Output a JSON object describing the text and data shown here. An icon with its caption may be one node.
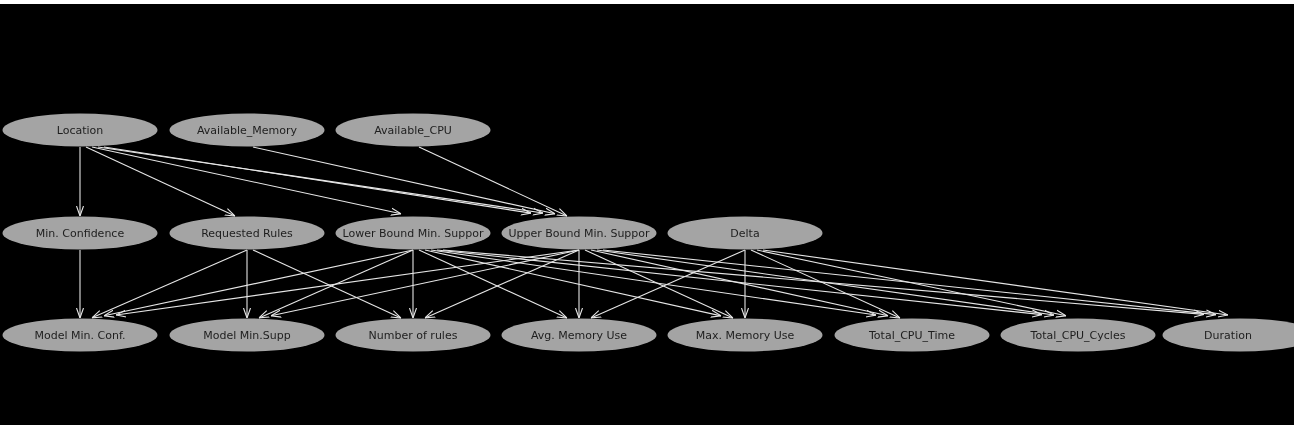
{
  "diagram": {
    "nodes": [
      {
        "text": [
          "Location"
        ]
      },
      {
        "text": [
          "Available_Memory"
        ]
      },
      {
        "text": [
          "Available_CPU"
        ]
      },
      {
        "text": [
          "Min. Confidence"
        ]
      },
      {
        "text": [
          "Requested Rules"
        ]
      },
      {
        "text": [
          "Lower Bound Min. Suppor"
        ]
      },
      {
        "text": [
          "Upper Bound Min. Suppor"
        ]
      },
      {
        "text": [
          "Delta"
        ]
      },
      {
        "text": [
          "Model Min. Conf."
        ]
      },
      {
        "text": [
          "Model Min.Supp"
        ]
      },
      {
        "text": [
          "Number of rules"
        ]
      },
      {
        "text": [
          "Avg. Memory Use"
        ]
      },
      {
        "text": [
          "Max. Memory Use"
        ]
      },
      {
        "text": [
          "Total_CPU_Time"
        ]
      },
      {
        "text": [
          "Total_CPU_Cycles"
        ]
      },
      {
        "text": [
          "Duration"
        ]
      }
    ],
    "edges": [
      {
        "from": 0,
        "to": 3,
        "arrow": "to"
      },
      {
        "from": 0,
        "to": 4,
        "arrow": "to"
      },
      {
        "from": 0,
        "to": 5,
        "arrow": "to"
      },
      {
        "from": 0,
        "to": 6,
        "arrow": "to"
      },
      {
        "from": 0,
        "to": 6,
        "arrow": "to"
      },
      {
        "from": 1,
        "to": 6,
        "arrow": "to"
      },
      {
        "from": 2,
        "to": 6,
        "arrow": "to"
      },
      {
        "from": 3,
        "to": 8,
        "arrow": "to"
      },
      {
        "from": 4,
        "to": 8,
        "arrow": "to"
      },
      {
        "from": 4,
        "to": 9,
        "arrow": "to"
      },
      {
        "from": 4,
        "to": 10,
        "arrow": "to"
      },
      {
        "from": 5,
        "to": 8,
        "arrow": "to"
      },
      {
        "from": 5,
        "to": 9,
        "arrow": "to"
      },
      {
        "from": 5,
        "to": 10,
        "arrow": "to"
      },
      {
        "from": 5,
        "to": 11,
        "arrow": "to"
      },
      {
        "from": 5,
        "to": 12,
        "arrow": "to"
      },
      {
        "from": 5,
        "to": 13,
        "arrow": "to"
      },
      {
        "from": 5,
        "to": 14,
        "arrow": "to"
      },
      {
        "from": 5,
        "to": 15,
        "arrow": "to"
      },
      {
        "from": 6,
        "to": 8,
        "arrow": "to"
      },
      {
        "from": 6,
        "to": 9,
        "arrow": "to"
      },
      {
        "from": 6,
        "to": 10,
        "arrow": "to"
      },
      {
        "from": 6,
        "to": 11,
        "arrow": "to"
      },
      {
        "from": 6,
        "to": 12,
        "arrow": "to"
      },
      {
        "from": 6,
        "to": 13,
        "arrow": "to"
      },
      {
        "from": 6,
        "to": 14,
        "arrow": "to"
      },
      {
        "from": 6,
        "to": 15,
        "arrow": "to"
      },
      {
        "from": 7,
        "to": 11,
        "arrow": "to"
      },
      {
        "from": 7,
        "to": 12,
        "arrow": "to"
      },
      {
        "from": 7,
        "to": 13,
        "arrow": "to"
      },
      {
        "from": 7,
        "to": 14,
        "arrow": "to"
      },
      {
        "from": 7,
        "to": 15,
        "arrow": "to"
      }
    ]
  }
}
